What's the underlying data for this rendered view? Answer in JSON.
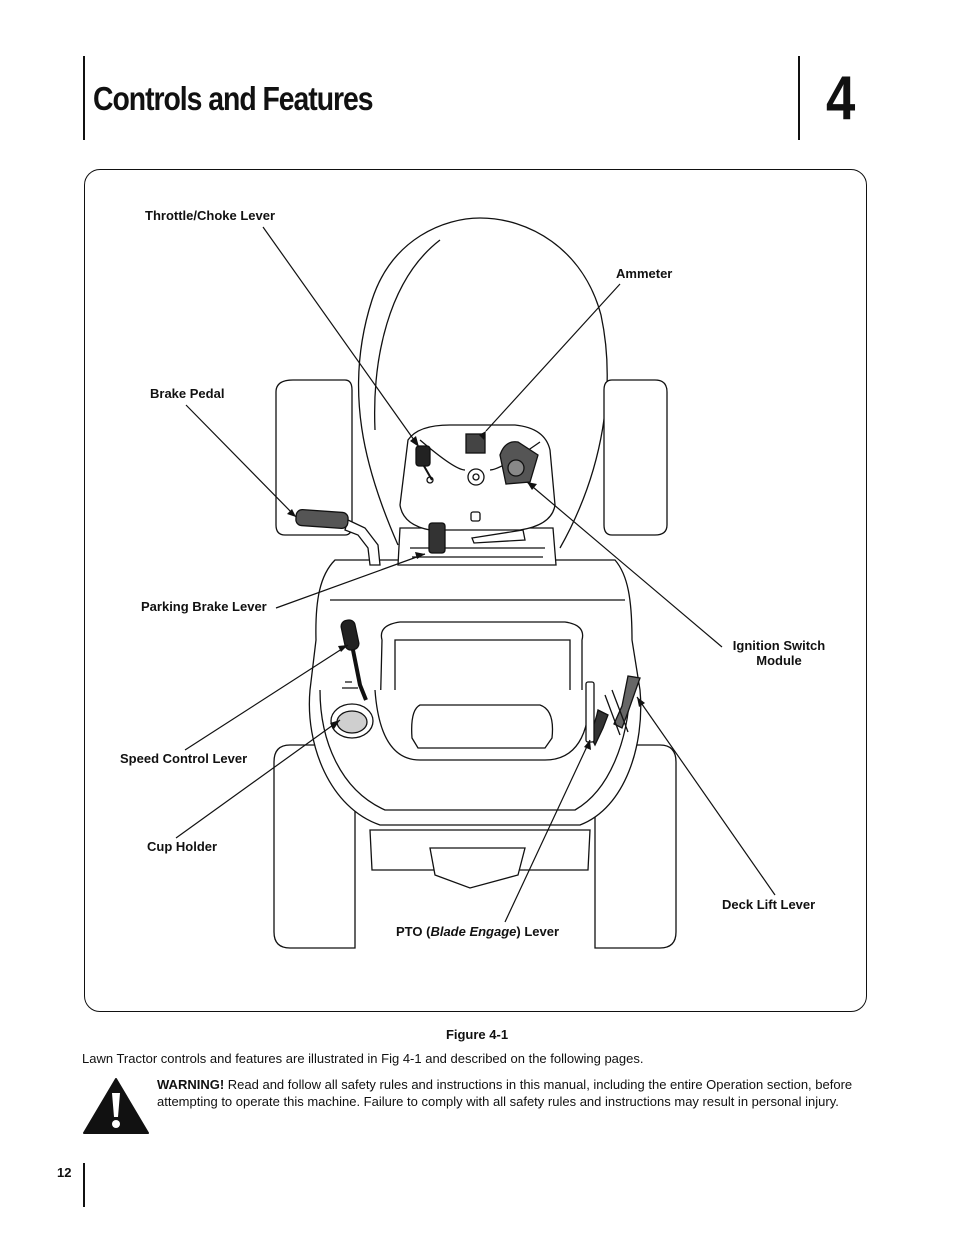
{
  "header": {
    "title": "Controls and Features",
    "chapter_number": "4"
  },
  "figure": {
    "caption": "Figure 4-1",
    "labels": {
      "throttle_choke": "Throttle/Choke Lever",
      "ammeter": "Ammeter",
      "brake_pedal": "Brake Pedal",
      "parking_brake": "Parking Brake Lever",
      "ignition_line1": "Ignition Switch",
      "ignition_line2": "Module",
      "speed_control": "Speed Control Lever",
      "cup_holder": "Cup Holder",
      "deck_lift": "Deck Lift Lever",
      "pto_prefix": "PTO (",
      "pto_italic": "Blade Engage",
      "pto_suffix": ") Lever"
    }
  },
  "body": {
    "intro": "Lawn Tractor controls and features are illustrated in Fig 4-1 and described on the following pages.",
    "warning_label": "WARNING!",
    "warning_text": " Read and follow all safety rules and instructions in this manual, including the entire Operation section, before attempting to operate this machine. Failure to comply with all safety rules and instructions may result in personal injury."
  },
  "footer": {
    "page_number": "12"
  }
}
